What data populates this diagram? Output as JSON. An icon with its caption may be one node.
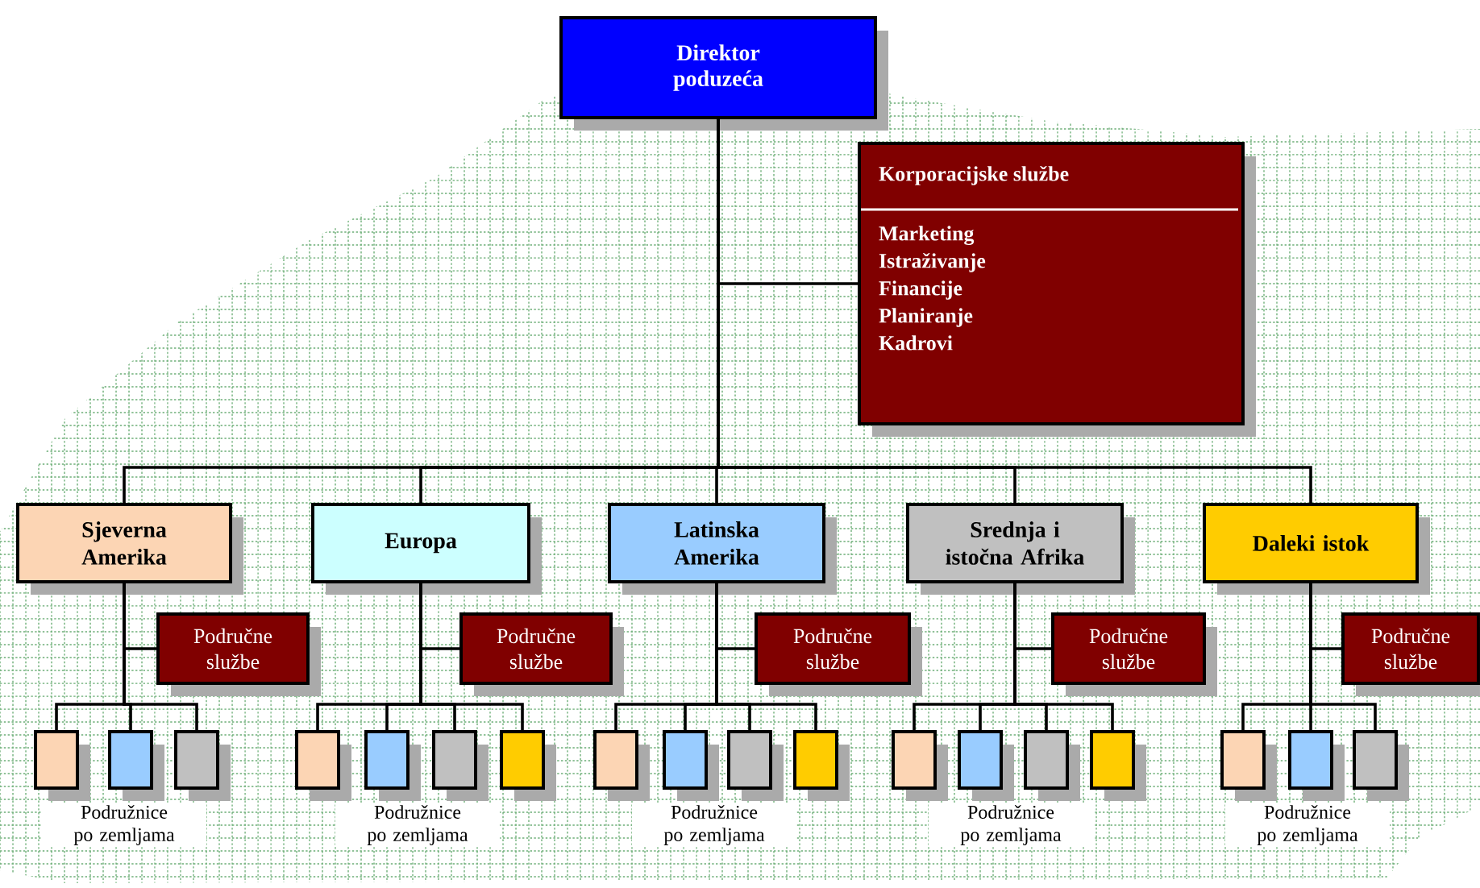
{
  "diagram": {
    "nodes": [
      {
        "text": [
          "Direktor poduzeća"
        ]
      },
      {
        "text": [
          "Korporacijske službe",
          "Marketing",
          "Istraživanje",
          "Financije",
          "Planiranje",
          "Kadrovi"
        ]
      },
      {
        "text": [
          "Sjeverna Amerika"
        ]
      },
      {
        "text": [
          "Područne službe"
        ]
      },
      {
        "text": [],
        "shape": "box"
      },
      {
        "text": [],
        "shape": "box"
      },
      {
        "text": [],
        "shape": "box"
      },
      {
        "text": [
          "Europa"
        ]
      },
      {
        "text": [
          "Područne službe"
        ]
      },
      {
        "text": [],
        "shape": "box"
      },
      {
        "text": [],
        "shape": "box"
      },
      {
        "text": [],
        "shape": "box"
      },
      {
        "text": [],
        "shape": "box"
      },
      {
        "text": [
          "Latinska Amerika"
        ]
      },
      {
        "text": [
          "Područne službe"
        ]
      },
      {
        "text": [],
        "shape": "box"
      },
      {
        "text": [],
        "shape": "box"
      },
      {
        "text": [],
        "shape": "box"
      },
      {
        "text": [],
        "shape": "box"
      },
      {
        "text": [
          "Srednja i istočna Afrika"
        ]
      },
      {
        "text": [
          "Područne službe"
        ]
      },
      {
        "text": [],
        "shape": "box"
      },
      {
        "text": [],
        "shape": "box"
      },
      {
        "text": [],
        "shape": "box"
      },
      {
        "text": [],
        "shape": "box"
      },
      {
        "text": [
          "Daleki istok"
        ]
      },
      {
        "text": [
          "Područne službe"
        ]
      },
      {
        "text": [],
        "shape": "box"
      },
      {
        "text": [],
        "shape": "box"
      },
      {
        "text": [],
        "shape": "box"
      }
    ],
    "edges": [
      {
        "from": 0,
        "to": 1,
        "arrow": "none"
      },
      {
        "from": 0,
        "to": 2,
        "arrow": "none"
      },
      {
        "from": 0,
        "to": 7,
        "arrow": "none"
      },
      {
        "from": 0,
        "to": 13,
        "arrow": "none"
      },
      {
        "from": 0,
        "to": 19,
        "arrow": "none"
      },
      {
        "from": 0,
        "to": 25,
        "arrow": "none"
      },
      {
        "from": 2,
        "to": 3,
        "arrow": "none"
      },
      {
        "from": 2,
        "to": 4,
        "arrow": "none"
      },
      {
        "from": 2,
        "to": 5,
        "arrow": "none"
      },
      {
        "from": 2,
        "to": 6,
        "arrow": "none"
      },
      {
        "from": 7,
        "to": 8,
        "arrow": "none"
      },
      {
        "from": 7,
        "to": 9,
        "arrow": "none"
      },
      {
        "from": 7,
        "to": 10,
        "arrow": "none"
      },
      {
        "from": 7,
        "to": 11,
        "arrow": "none"
      },
      {
        "from": 7,
        "to": 12,
        "arrow": "none"
      },
      {
        "from": 13,
        "to": 14,
        "arrow": "none"
      },
      {
        "from": 13,
        "to": 15,
        "arrow": "none"
      },
      {
        "from": 13,
        "to": 16,
        "arrow": "none"
      },
      {
        "from": 13,
        "to": 17,
        "arrow": "none"
      },
      {
        "from": 13,
        "to": 18,
        "arrow": "none"
      },
      {
        "from": 19,
        "to": 20,
        "arrow": "none"
      },
      {
        "from": 19,
        "to": 21,
        "arrow": "none"
      },
      {
        "from": 19,
        "to": 22,
        "arrow": "none"
      },
      {
        "from": 19,
        "to": 23,
        "arrow": "none"
      },
      {
        "from": 19,
        "to": 24,
        "arrow": "none"
      },
      {
        "from": 25,
        "to": 26,
        "arrow": "none"
      },
      {
        "from": 25,
        "to": 27,
        "arrow": "none"
      },
      {
        "from": 25,
        "to": 28,
        "arrow": "none"
      },
      {
        "from": 25,
        "to": 29,
        "arrow": "none"
      }
    ],
    "labels": [
      "Podružnice po zemljama",
      "Podružnice po zemljama",
      "Podružnice po zemljama",
      "Podružnice po zemljama",
      "Podružnice po zemljama"
    ]
  }
}
